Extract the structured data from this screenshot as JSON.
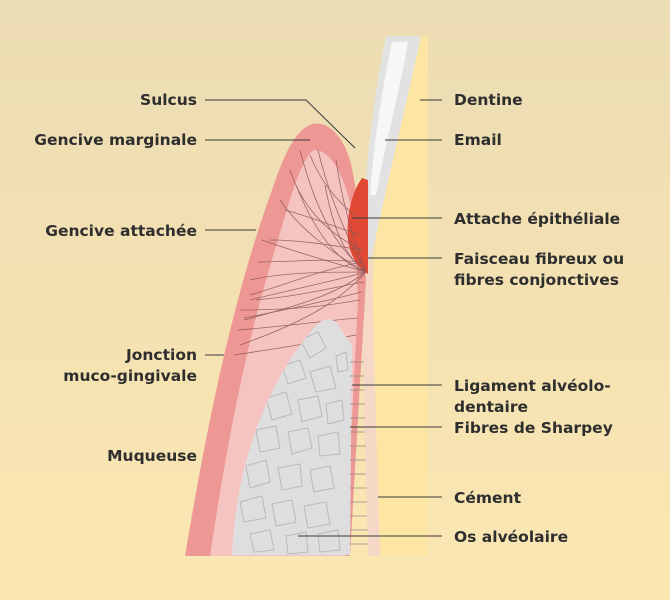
{
  "colors": {
    "background_top": "#ecdcb3",
    "background_bottom": "#fbe7b2",
    "dentine": "#fde6a4",
    "enamel": "#e2e2e2",
    "gum": "#ee9896",
    "gum_inner": "#f6c4c0",
    "epithelial_attachment": "#e04a34",
    "bone": "#dedede",
    "cementum": "#f6d8c6",
    "label_text": "#2e2e2e"
  },
  "labels": {
    "sulcus": "Sulcus",
    "gencive_marginale": "Gencive marginale",
    "gencive_attachee": "Gencive attachée",
    "jonction_l1": "Jonction",
    "jonction_l2": "muco-gingivale",
    "muqueuse": "Muqueuse",
    "dentine": "Dentine",
    "email": "Email",
    "attache": "Attache épithéliale",
    "faisceau_l1": "Faisceau fibreux ou",
    "faisceau_l2": "fibres conjonctives",
    "ligament_l1": "Ligament alvéolo-",
    "ligament_l2": "dentaire",
    "sharpey": "Fibres de Sharpey",
    "cement": "Cément",
    "os": "Os alvéolaire"
  }
}
